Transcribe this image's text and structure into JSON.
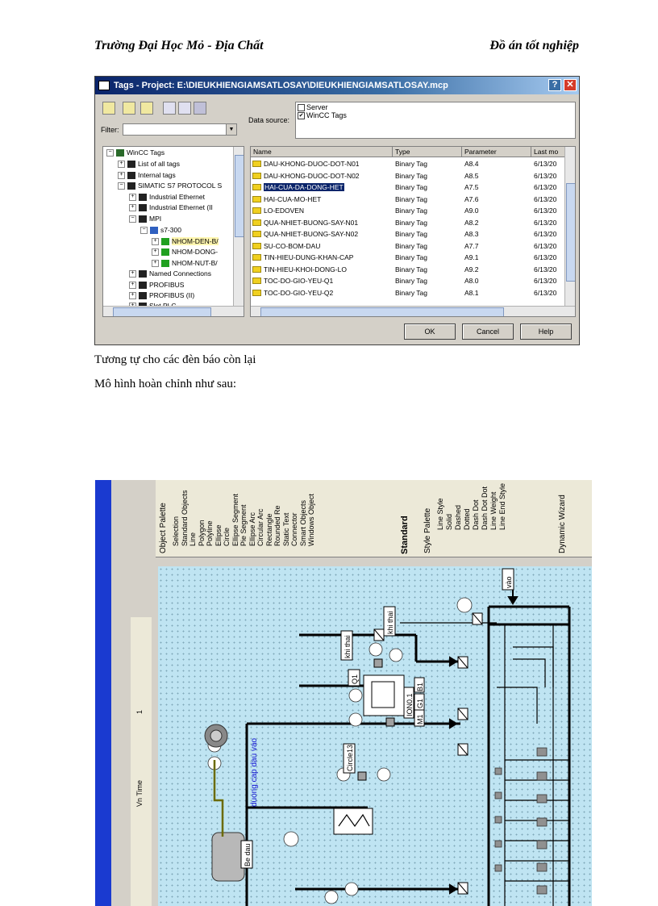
{
  "header": {
    "left": "Trường Đại Học  Mỏ - Địa Chất",
    "right": "Đồ án tốt nghiệp"
  },
  "dialog": {
    "title": "Tags - Project: E:\\DIEUKHIENGIAMSATLOSAY\\DIEUKHIENGIAMSATLOSAY.mcp",
    "filter_label": "Filter:",
    "data_source_label": "Data source:",
    "data_sources": [
      "Server",
      "WinCC Tags"
    ],
    "tree": [
      "WinCC Tags",
      "List of all tags",
      "Internal tags",
      "SIMATIC S7 PROTOCOL S",
      "Industrial Ethernet",
      "Industrial Ethernet (II",
      "MPI",
      "s7-300",
      "NHOM-DEN-B/",
      "NHOM-DONG-",
      "NHOM-NUT-B/",
      "Named Connections",
      "PROFIBUS",
      "PROFIBUS (II)",
      "Slot PLC"
    ],
    "columns": [
      "Name",
      "Type",
      "Parameter",
      "Last mo"
    ],
    "rows": [
      {
        "name": "DAU-KHONG-DUOC-DOT-N01",
        "type": "Binary Tag",
        "param": "A8.4",
        "last": "6/13/20"
      },
      {
        "name": "DAU-KHONG-DUOC-DOT-N02",
        "type": "Binary Tag",
        "param": "A8.5",
        "last": "6/13/20"
      },
      {
        "name": "HAI-CUA-DA-DONG-HET",
        "type": "Binary Tag",
        "param": "A7.5",
        "last": "6/13/20"
      },
      {
        "name": "HAI-CUA-MO-HET",
        "type": "Binary Tag",
        "param": "A7.6",
        "last": "6/13/20"
      },
      {
        "name": "LO-EDOVEN",
        "type": "Binary Tag",
        "param": "A9.0",
        "last": "6/13/20"
      },
      {
        "name": "QUA-NHIET-BUONG-SAY-N01",
        "type": "Binary Tag",
        "param": "A8.2",
        "last": "6/13/20"
      },
      {
        "name": "QUA-NHIET-BUONG-SAY-N02",
        "type": "Binary Tag",
        "param": "A8.3",
        "last": "6/13/20"
      },
      {
        "name": "SU-CO-BOM-DAU",
        "type": "Binary Tag",
        "param": "A7.7",
        "last": "6/13/20"
      },
      {
        "name": "TIN-HIEU-DUNG-KHAN-CAP",
        "type": "Binary Tag",
        "param": "A9.1",
        "last": "6/13/20"
      },
      {
        "name": "TIN-HIEU-KHOI-DONG-LO",
        "type": "Binary Tag",
        "param": "A9.2",
        "last": "6/13/20"
      },
      {
        "name": "TOC-DO-GIO-YEU-Q1",
        "type": "Binary Tag",
        "param": "A8.0",
        "last": "6/13/20"
      },
      {
        "name": "TOC-DO-GIO-YEU-Q2",
        "type": "Binary Tag",
        "param": "A8.1",
        "last": "6/13/20"
      }
    ],
    "buttons": {
      "ok": "OK",
      "cancel": "Cancel",
      "help": "Help"
    },
    "help_glyph": "?",
    "close_glyph": "✕"
  },
  "paragraphs": {
    "p1": "Tương tự cho các đèn báo còn lại",
    "p2": "Mô hình hoàn chỉnh như sau:"
  },
  "editor": {
    "object_palette_title": "Object Palette",
    "palette_items": [
      "Selection",
      "Standard Objects",
      "Line",
      "Polygon",
      "Polyline",
      "Ellipse",
      "Circle",
      "Ellipse Segment",
      "Pie Segment",
      "Ellipse Arc",
      "Circular Arc",
      "Rectangle",
      "Rounded Re",
      "Static Text",
      "Connector",
      "Smart Objects",
      "Windows Object"
    ],
    "standard_tab": "Standard",
    "style_palette_title": "Style Palette",
    "style_items": [
      "Line Style",
      "Solid",
      "Dashed",
      "Dotted",
      "Dash Dot",
      "Dash Dot Dot",
      "Line Weight",
      "Line End Style"
    ],
    "dynamic_wizard": "Dynamic Wizard",
    "font_label": "Vn Time",
    "size_value": "1",
    "canvas_labels": {
      "vao": "vào",
      "khi_thai_1": "khi thai",
      "khi_thai_2": "khi thai",
      "q1": "Q1",
      "b1": "B1",
      "ion01": "ION0.1",
      "g1": "G1",
      "m1": "M1",
      "duong_cap_dau": "duong cap dau vao",
      "circle13": "Circle13",
      "be_dau": "Be dau"
    }
  }
}
